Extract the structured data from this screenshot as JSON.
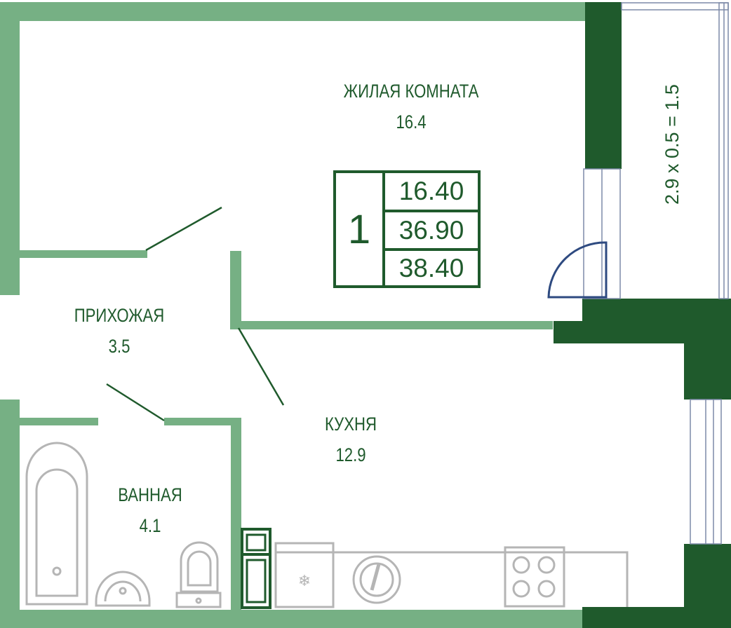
{
  "rooms": {
    "living": {
      "name": "ЖИЛАЯ КОМНАТА",
      "area": "16.4"
    },
    "hall": {
      "name": "ПРИХОЖАЯ",
      "area": "3.5"
    },
    "kitchen": {
      "name": "КУХНЯ",
      "area": "12.9"
    },
    "bath": {
      "name": "ВАННАЯ",
      "area": "4.1"
    }
  },
  "summary": {
    "rooms_count": "1",
    "living_area": "16.40",
    "total_area": "36.90",
    "total_with_balcony": "38.40"
  },
  "balcony": {
    "formula": "2.9 x 0.5 = 1.5"
  },
  "colors": {
    "wall_light": "#76b084",
    "wall_dark": "#1f5a2c",
    "text": "#1f5a2c",
    "fixture": "#b5b5b5",
    "window": "#7d8aa8",
    "door_swing": "#2e4a80"
  }
}
